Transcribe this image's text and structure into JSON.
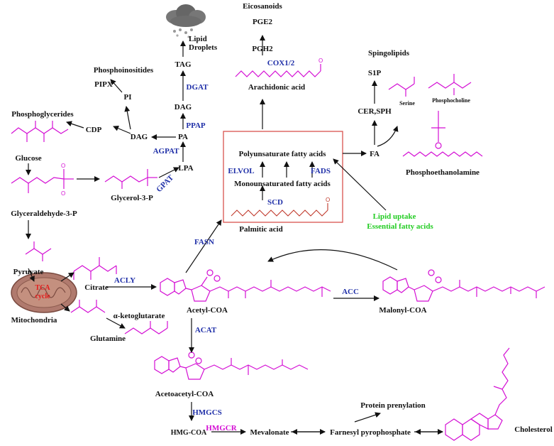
{
  "metabolites": {
    "eicosanoids": "Eicosanoids",
    "pge2": "PGE2",
    "pgh2": "PGH2",
    "arachidonic_acid": "Arachidonic acid",
    "lipid_droplets_1": "Lipid",
    "lipid_droplets_2": "Droplets",
    "tag": "TAG",
    "dag_top": "DAG",
    "pa": "PA",
    "lpa": "LPA",
    "dag_left": "DAG",
    "phosphoinositides": "Phosphoinositides",
    "pipx": "PIPX",
    "pi": "PI",
    "phosphoglycerides": "Phosphoglycerides",
    "cdp": "CDP",
    "glucose": "Glucose",
    "glycerol_3p": "Glycerol-3-P",
    "glyceraldehyde_3p": "Glyceraldehyde-3-P",
    "pyruvate": "Pyruvate",
    "citrate": "Citrate",
    "mitochondria": "Mitochondria",
    "tca_1": "TCA",
    "tca_2": "cycle",
    "alpha_ketoglutarate": "α-ketoglutarate",
    "glutamine": "Glutamine",
    "acetyl_coa": "Acetyl-COA",
    "malonyl_coa": "Malonyl-COA",
    "acetoacetyl_coa": "Acetoacetyl-COA",
    "hmg_coa": "HMG-COA",
    "mevalonate": "Mevalonate",
    "farnesyl_pp": "Farnesyl pyrophosphate",
    "protein_prenylation": "Protein prenylation",
    "cholesterol": "Cholesterol",
    "sphingolipids": "Spingolipids",
    "s1p": "S1P",
    "cer_sph": "CER,SPH",
    "fa": "FA",
    "serine": "Serine",
    "phosphocholine": "Phosphocholine",
    "phosphoethanolamine": "Phosphoethanolamine",
    "pufa": "Polyunsaturate fatty acids",
    "mufa": "Monounsaturated fatty acids",
    "palmitic_acid": "Palmitic acid",
    "lipid_uptake": "Lipid uptake",
    "essential_fa": "Essential fatty acids"
  },
  "enzymes": {
    "cox": "COX1/2",
    "dgat": "DGAT",
    "ppap": "PPAP",
    "agpat": "AGPAT",
    "gpat": "GPAT",
    "elvol": "ELVOL",
    "fads": "FADS",
    "scd": "SCD",
    "fasn": "FASN",
    "acly": "ACLY",
    "acc": "ACC",
    "acat": "ACAT",
    "hmgcs": "HMGCS",
    "hmgcr": "HMGCR"
  },
  "colors": {
    "molecule": "#d40fd4",
    "enzyme": "#1f2fa8",
    "highlight_enzyme": "#d40fd4",
    "uptake": "#22cc22",
    "box": "#d9534f",
    "tca_text": "#e31b1b",
    "mitochondria": "#b07a6e"
  }
}
